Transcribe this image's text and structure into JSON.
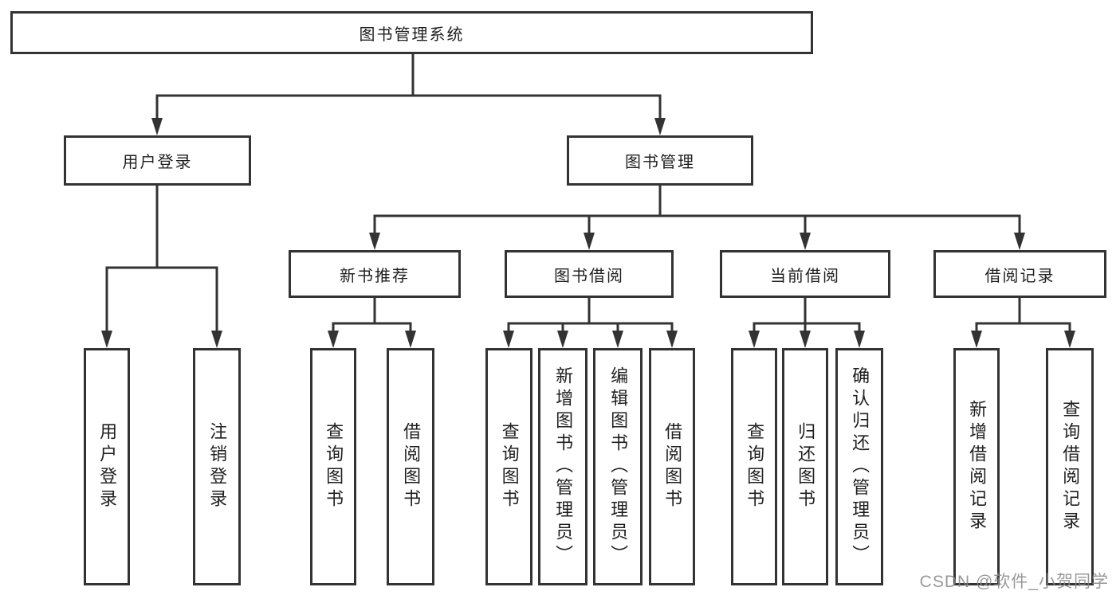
{
  "diagram": {
    "root": "图书管理系统",
    "branches": [
      {
        "label": "用户登录",
        "children": [
          "用户登录",
          "注销登录"
        ]
      },
      {
        "label": "图书管理",
        "modules": [
          {
            "label": "新书推荐",
            "children": [
              "查询图书",
              "借阅图书"
            ]
          },
          {
            "label": "图书借阅",
            "children": [
              "查询图书",
              "新增图书（管理员）",
              "编辑图书（管理员）",
              "借阅图书"
            ]
          },
          {
            "label": "当前借阅",
            "children": [
              "查询图书",
              "归还图书",
              "确认归还（管理员）"
            ]
          },
          {
            "label": "借阅记录",
            "children": [
              "新增借阅记录",
              "查询借阅记录"
            ]
          }
        ]
      }
    ]
  },
  "watermark": "CSDN @软件_小贺同学",
  "colors": {
    "line": "#333333",
    "box_fill": "#ffffff",
    "text": "#1f1f1f",
    "watermark": "#878787"
  }
}
